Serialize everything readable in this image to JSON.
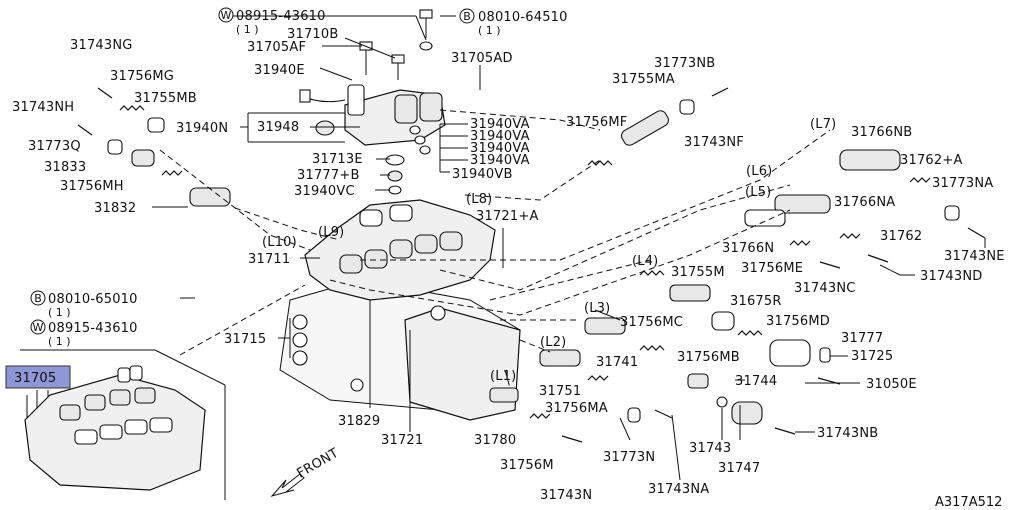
{
  "labels": {
    "w1": "08915-43610",
    "w1q": "( 1 )",
    "b1": "08010-64510",
    "b1q": "( 1 )",
    "p31710B": "31710B",
    "p31705AF": "31705AF",
    "p31705AD": "31705AD",
    "p31940E": "31940E",
    "p31743NG": "31743NG",
    "p31756MG": "31756MG",
    "p31755MB": "31755MB",
    "p31743NH": "31743NH",
    "p31940N": "31940N",
    "p31948": "31948",
    "p31773Q": "31773Q",
    "p31833": "31833",
    "p31756MH": "31756MH",
    "p31832": "31832",
    "p31940VA1": "31940VA",
    "p31940VA2": "31940VA",
    "p31940VA3": "31940VA",
    "p31940VA4": "31940VA",
    "p31940VB": "31940VB",
    "p31713E": "31713E",
    "p31777B": "31777+B",
    "p31940VC": "31940VC",
    "p31773NB": "31773NB",
    "p31755MA": "31755MA",
    "p31756MF": "31756MF",
    "p31743NF": "31743NF",
    "L7": "(L7)",
    "p31766NB": "31766NB",
    "p31762A": "31762+A",
    "p31773NA": "31773NA",
    "L6": "(L6)",
    "p31766NA": "31766NA",
    "L5": "(L5)",
    "p31766N": "31766N",
    "p31762": "31762",
    "p31743NE": "31743NE",
    "p31756ME": "31756ME",
    "p31743ND": "31743ND",
    "L8": "(L8)",
    "p31721A": "31721+A",
    "L9": "(L9)",
    "L10": "(L10)",
    "p31711": "31711",
    "L4": "(L4)",
    "p31755M": "31755M",
    "p31743NC": "31743NC",
    "b2": "08010-65010",
    "b2q": "( 1 )",
    "w2": "08915-43610",
    "w2q": "( 1 )",
    "p31675R": "31675R",
    "p31756MC": "31756MC",
    "p31756MD": "31756MD",
    "L3": "(L3)",
    "p31715": "31715",
    "p31777": "31777",
    "p31725": "31725",
    "L2": "(L2)",
    "p31741": "31741",
    "p31756MB": "31756MB",
    "p31705": "31705",
    "L1": "(L1)",
    "p31751": "31751",
    "p31744": "31744",
    "p31050E": "31050E",
    "p31756MA": "31756MA",
    "p31829": "31829",
    "p31721": "31721",
    "p31780": "31780",
    "p31743": "31743",
    "p31743NB": "31743NB",
    "p31756M": "31756M",
    "p31773N": "31773N",
    "p31747": "31747",
    "p31743N": "31743N",
    "p31743NA": "31743NA",
    "front": "FRONT",
    "ref": "A317A512"
  },
  "symbols": {
    "washer": "W",
    "bolt": "B"
  },
  "colors": {
    "highlight": "#8d97d6",
    "ink": "#111111"
  }
}
